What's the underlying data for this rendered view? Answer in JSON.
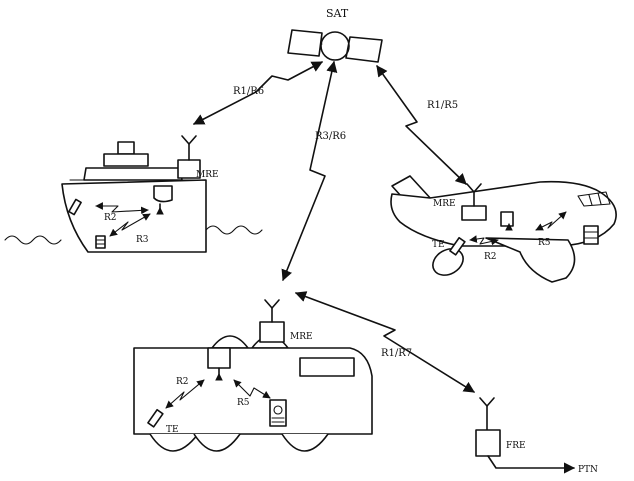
{
  "labels": {
    "sat": "SAT",
    "link_ship": "R1/R6",
    "link_vehicle": "R3/R6",
    "link_plane": "R1/R5",
    "link_fre": "R1/R7",
    "mre_ship": "MRE",
    "mre_plane": "MRE",
    "mre_vehicle": "MRE",
    "fre": "FRE",
    "pstn": "PTN",
    "ship_r2": "R2",
    "ship_r3": "R3",
    "plane_te": "TE",
    "plane_r2": "R2",
    "plane_r5": "R5",
    "vehicle_r2": "R2",
    "vehicle_r5": "R5",
    "vehicle_te": "TE"
  }
}
